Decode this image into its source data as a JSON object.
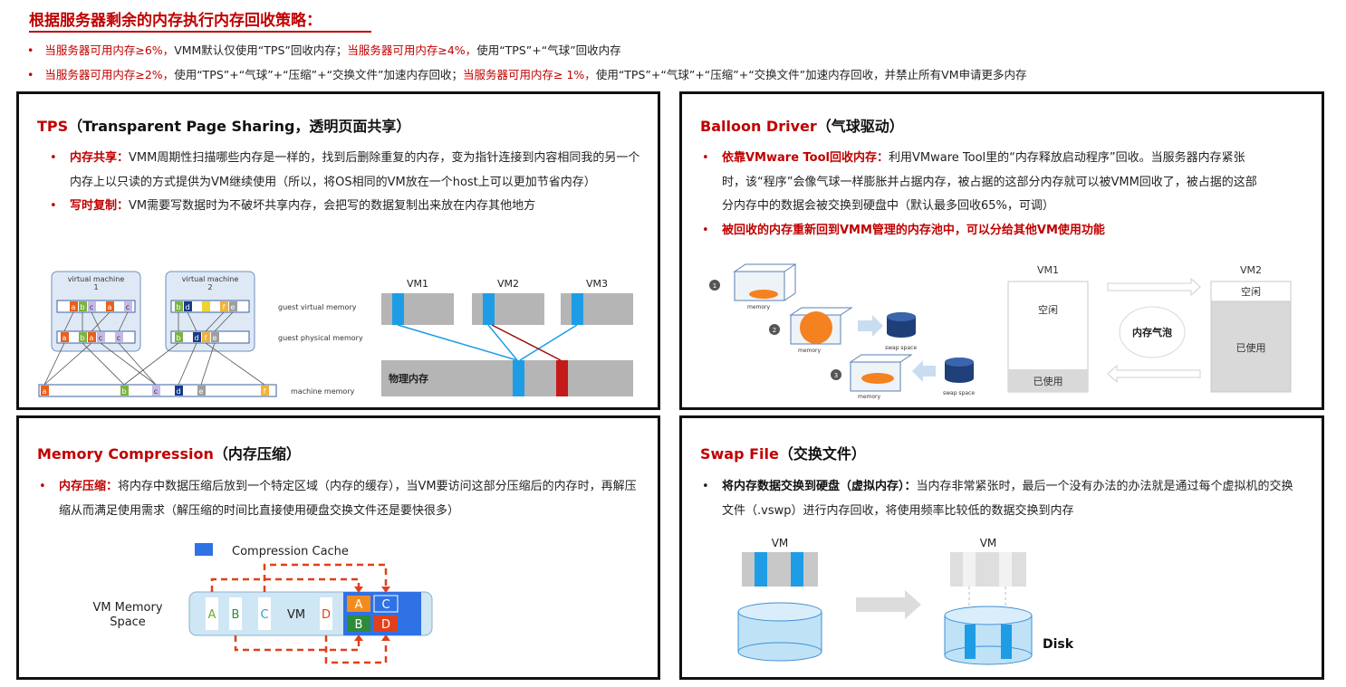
{
  "header": {
    "title": "根据服务器剩余的内存执行内存回收策略：",
    "line1": {
      "bullet": "•",
      "part1": "当服务器可用内存≥6%，",
      "part2": "VMM默认仅使用“TPS”回收内存；",
      "part3": "当服务器可用内存≥4%，",
      "part4": "使用“TPS”+“气球”回收内存"
    },
    "line2": {
      "bullet": "•",
      "part1": "当服务器可用内存≥2%，",
      "part2": "使用“TPS”+“气球”+“压缩”+“交换文件”加速内存回收；",
      "part3": "当服务器可用内存≥ 1%，",
      "part4": "使用“TPS”+“气球”+“压缩”+“交换文件”加速内存回收，并禁止所有VM申请更多内存"
    }
  },
  "tps": {
    "title_en": "TPS",
    "title_cn": "（Transparent Page Sharing，透明页面共享）",
    "bullets": [
      {
        "bullet": "•",
        "keyword": "内存共享：",
        "text": "VMM周期性扫描哪些内存是一样的，找到后删除重复的内存，变为指针连接到内容相同我的另一个内存上以只读的方式提供为VM继续使用（所以，将OS相同的VM放在一个host上可以更加节省内存）"
      },
      {
        "bullet": "•",
        "keyword": "写时复制：",
        "text": "VM需要写数据时为不破坏共享内存，会把写的数据复制出来放在内存其他地方"
      }
    ],
    "diagram_left": {
      "vm1_title": "virtual machine",
      "vm1_num": "1",
      "vm2_title": "virtual machine",
      "vm2_num": "2",
      "guest_virtual": "guest virtual memory",
      "guest_physical": "guest physical memory",
      "machine_memory": "machine memory",
      "vm1_virtual_cells": [
        "a",
        "b",
        "c",
        "a",
        "c"
      ],
      "vm1_physical_cells": [
        "a",
        "b",
        "a",
        "c",
        "c"
      ],
      "vm2_virtual_cells": [
        "b",
        "d",
        "",
        "f",
        "e"
      ],
      "vm2_physical_cells": [
        "b",
        "d",
        "f",
        "e"
      ],
      "machine_cells": [
        "a",
        "b",
        "c",
        "d",
        "e",
        "f"
      ]
    },
    "diagram_right": {
      "vm_labels": [
        "VM1",
        "VM2",
        "VM3"
      ],
      "physical_label": "物理内存"
    }
  },
  "balloon": {
    "title_en": "Balloon Driver",
    "title_cn": "（气球驱动）",
    "bullets": [
      {
        "bullet": "•",
        "keyword": "依靠VMware Tool回收内存：",
        "text": "利用VMware Tool里的“内存释放启动程序”回收。当服务器内存紧张时，该“程序”会像气球一样膨胀并占据内存，被占据的这部分内存就可以被VMM回收了，被占据的这部分内存中的数据会被交换到硬盘中（默认最多回收65%，可调）"
      },
      {
        "bullet": "•",
        "keyword": "被回收的内存重新回到VMM管理的内存池中，可以分给其他VM使用功能",
        "text": ""
      }
    ],
    "steps": [
      "1",
      "2",
      "3"
    ],
    "memory_label": "memory",
    "swap_label": "swap space",
    "vm1_label": "VM1",
    "vm2_label": "VM2",
    "free_label": "空闲",
    "used_label": "已使用",
    "balloon_label": "内存气泡",
    "vm2_free": "空闲",
    "vm2_used": "已使用"
  },
  "compression": {
    "title_en": "Memory Compression",
    "title_cn": "（内存压缩）",
    "bullets": [
      {
        "bullet": "•",
        "keyword": "内存压缩：",
        "text": "将内存中数据压缩后放到一个特定区域（内存的缓存），当VM要访问这部分压缩后的内存时，再解压缩从而满足使用需求（解压缩的时间比直接使用硬盘交换文件还是要快很多）"
      }
    ],
    "legend": "Compression Cache",
    "space_label_1": "VM Memory",
    "space_label_2": "Space",
    "cells": [
      "A",
      "B",
      "C",
      "VM",
      "D"
    ],
    "cache_cells": [
      "A",
      "C",
      "B",
      "D"
    ]
  },
  "swap": {
    "title_en": "Swap File",
    "title_cn": "（交换文件）",
    "bullets": [
      {
        "bullet": "•",
        "keyword": "将内存数据交换到硬盘（虚拟内存）：",
        "text": "当内存非常紧张时，最后一个没有办法的办法就是通过每个虚拟机的交换文件（.vswp）进行内存回收，将使用频率比较低的数据交换到内存"
      }
    ],
    "vm_label_left": "VM",
    "vm_label_right": "VM",
    "disk_label": "Disk"
  },
  "colors": {
    "accent_red": "#c00000",
    "blue": "#1e9de6",
    "gray": "#b5b5b5"
  }
}
